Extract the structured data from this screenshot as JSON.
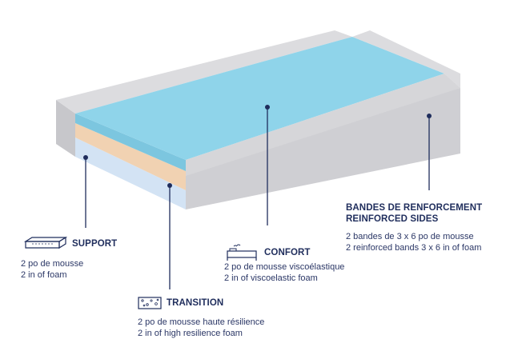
{
  "palette": {
    "side_grey": "#cfcfd3",
    "top_grey": "#e2e2e5",
    "comfort_top": "#8fd4ea",
    "comfort_side": "#7cc6df",
    "transition": "#f1d2b2",
    "support": "#d3e3f4",
    "ink": "#1f2d5c"
  },
  "icons": {
    "support": "foam-block-icon",
    "transition": "speckled-foam-icon",
    "comfort": "bed-icon"
  },
  "layers": {
    "support": {
      "title": "SUPPORT",
      "line1": "2 po de mousse",
      "line2": "2 in of foam"
    },
    "comfort": {
      "title": "CONFORT",
      "line1": "2 po de mousse viscoélastique",
      "line2": "2 in of viscoelastic foam"
    },
    "transition": {
      "title": "TRANSITION",
      "line1": "2 po de mousse haute résilience",
      "line2": "2 in of high resilience foam"
    },
    "reinforced": {
      "title1": "BANDES DE RENFORCEMENT",
      "title2": "REINFORCED SIDES",
      "line1": "2 bandes de 3 x 6 po de mousse",
      "line2": "2 reinforced bands 3 x 6 in of foam"
    }
  }
}
